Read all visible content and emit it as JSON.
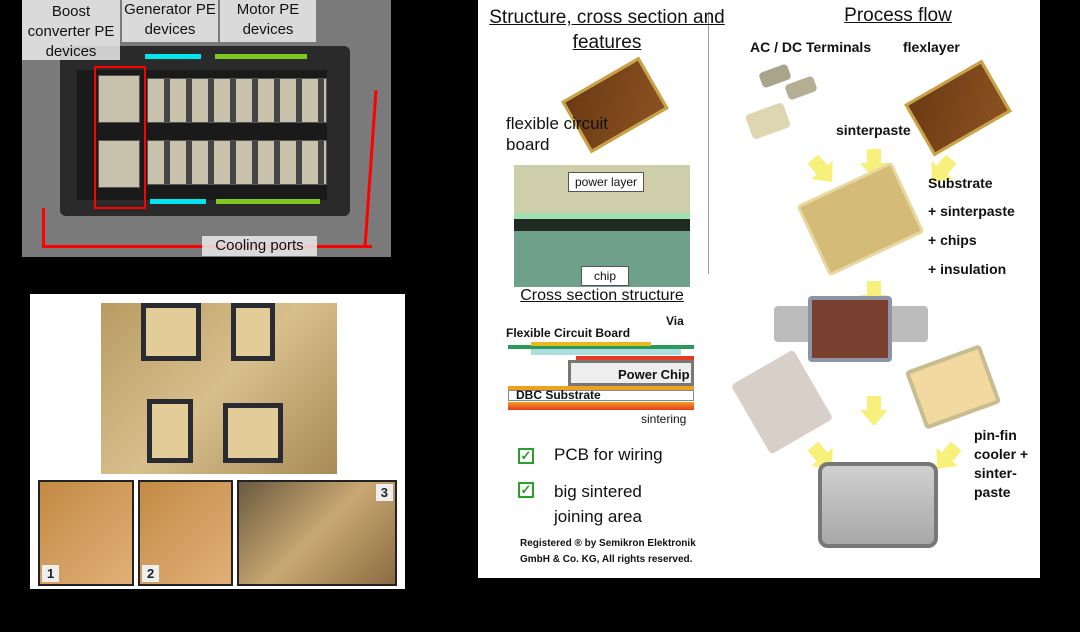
{
  "panel_a": {
    "labels": {
      "boost": "Boost converter PE devices",
      "generator": "Generator PE devices",
      "motor": "Motor PE devices",
      "cooling": "Cooling ports"
    },
    "colors": {
      "boost_box": "#ff0000",
      "generator_bar": "#00e5ee",
      "motor_bar": "#7ec820",
      "cooling_arrow": "#ff0000"
    }
  },
  "panel_b": {
    "steps": [
      "1",
      "2",
      "3"
    ]
  },
  "panel_c": {
    "left_title": "Structure, cross section and features",
    "flex_label": "flexible circuit board",
    "power_layer": "power layer",
    "chip": "chip",
    "cross_title": "Cross section structure",
    "fcb": "Flexible Circuit Board",
    "via": "Via",
    "power_chip": "Power Chip",
    "dbc": "DBC Substrate",
    "sintering": "sintering",
    "features": [
      "PCB for wiring",
      "big sintered joining area"
    ],
    "copyright": "Registered ® by Semikron Elektronik GmbH & Co. KG, All rights reserved.",
    "right_title": "Process flow",
    "terminals": "AC / DC Terminals",
    "flexlayer": "flexlayer",
    "sinterpaste": "sinterpaste",
    "substrate": [
      "Substrate",
      "+ sinterpaste",
      "+ chips",
      "+ insulation"
    ],
    "cooler": "pin-fin cooler + sinter-paste",
    "colors": {
      "arrow": "#f7f07a",
      "check": "#2aa02a"
    }
  }
}
